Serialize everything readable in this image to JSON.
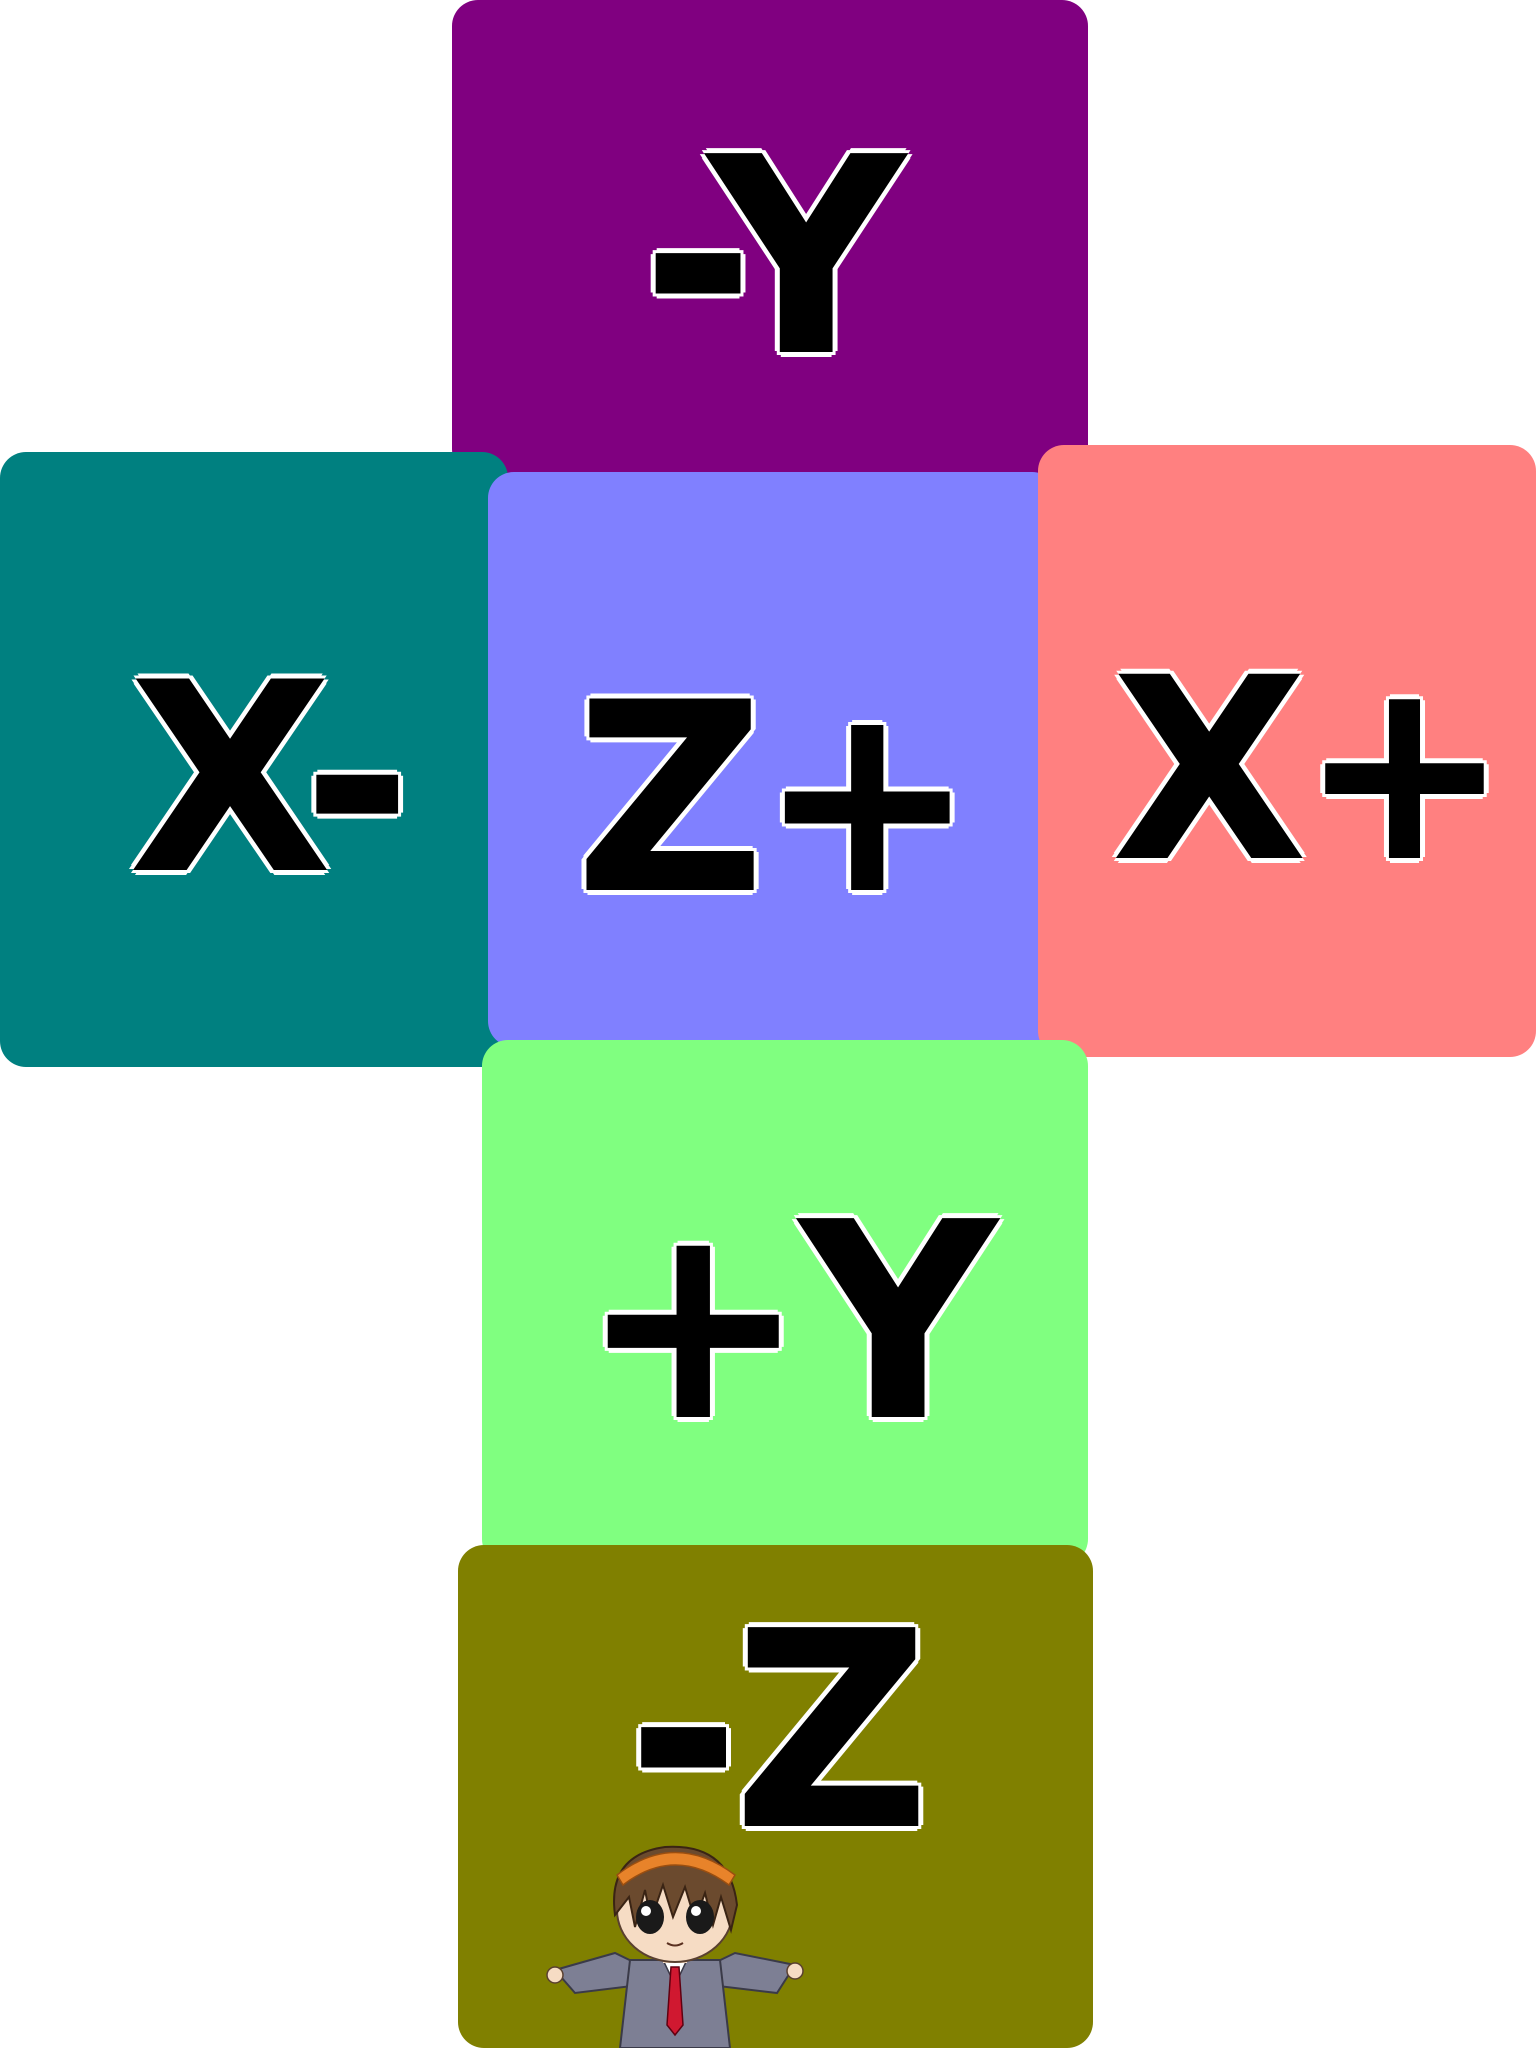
{
  "tiles": [
    {
      "id": "neg-y",
      "label": "-Y",
      "color": "#800080"
    },
    {
      "id": "neg-x",
      "label": "X-",
      "color": "#008080"
    },
    {
      "id": "pos-z",
      "label": "Z+",
      "color": "#8080ff"
    },
    {
      "id": "pos-x",
      "label": "X+",
      "color": "#ff8080"
    },
    {
      "id": "pos-y",
      "label": "+Y",
      "color": "#80ff80"
    },
    {
      "id": "neg-z",
      "label": "-Z",
      "color": "#808000"
    }
  ],
  "character": {
    "icon": "anime-character-icon"
  }
}
